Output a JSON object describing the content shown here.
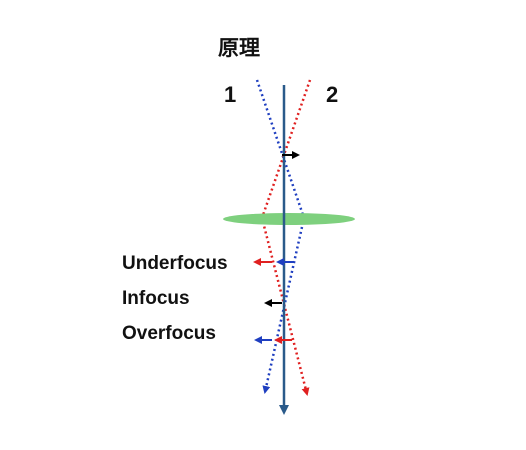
{
  "title": "原理",
  "beams": {
    "left": "1",
    "right": "2"
  },
  "focus_labels": {
    "under": "Underfocus",
    "in": "Infocus",
    "over": "Overfocus"
  },
  "colors": {
    "axis": "#2a5a8a",
    "red_beam": "#e02020",
    "blue_beam": "#1f3fc0",
    "lens": "#7ed07e",
    "arrow": "#000000"
  }
}
